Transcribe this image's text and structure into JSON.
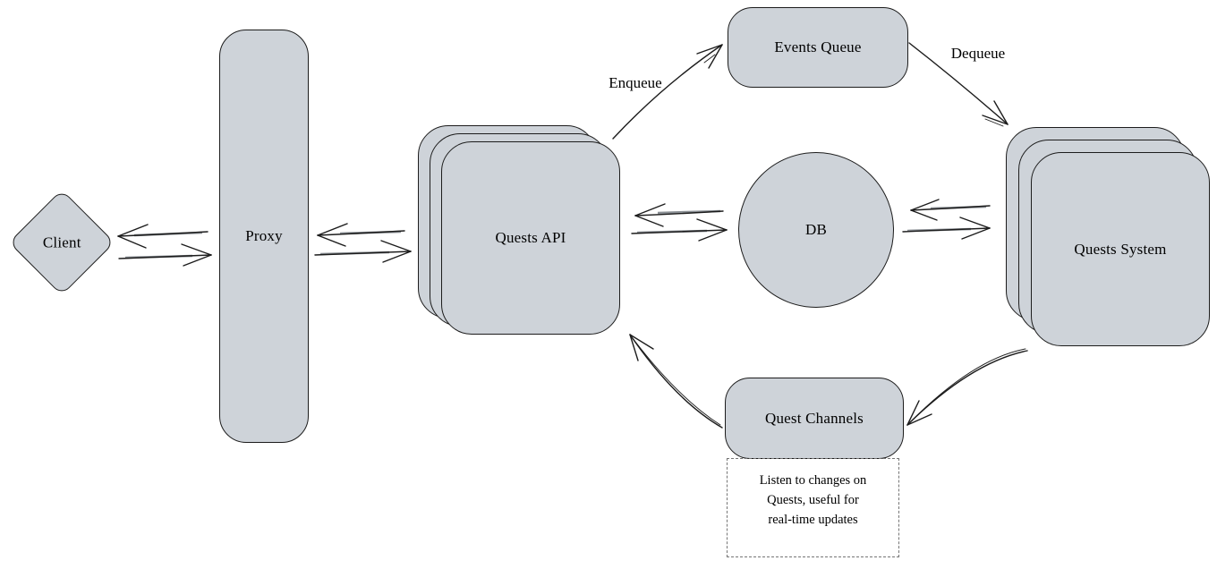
{
  "diagram": {
    "nodes": {
      "client": {
        "label": "Client",
        "shape": "diamond"
      },
      "proxy": {
        "label": "Proxy",
        "shape": "rounded-rect"
      },
      "quests_api": {
        "label": "Quests API",
        "shape": "stacked-cards"
      },
      "events_queue": {
        "label": "Events Queue",
        "shape": "rounded-rect"
      },
      "db": {
        "label": "DB",
        "shape": "circle"
      },
      "quests_system": {
        "label": "Quests System",
        "shape": "stacked-cards"
      },
      "quest_channels": {
        "label": "Quest Channels",
        "shape": "rounded-rect"
      }
    },
    "edge_labels": {
      "enqueue": "Enqueue",
      "dequeue": "Dequeue"
    },
    "note": {
      "lines": [
        "Listen to changes on",
        "Quests, useful for",
        "real-time updates"
      ]
    },
    "colors": {
      "node_fill": "#ced3d9",
      "node_stroke": "#1c1c1c",
      "note_border": "#757575",
      "background": "#ffffff",
      "text": "#000000"
    }
  }
}
